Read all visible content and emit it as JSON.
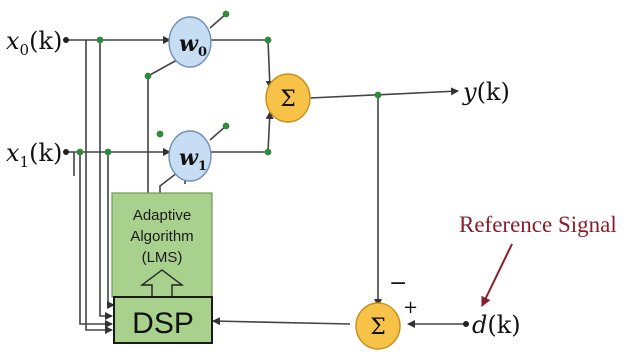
{
  "inputs": {
    "x0": {
      "var": "x",
      "sub": "0",
      "arg": "(k)"
    },
    "x1": {
      "var": "x",
      "sub": "1",
      "arg": "(k)"
    }
  },
  "weights": {
    "w0": {
      "var": "w",
      "sub": "0"
    },
    "w1": {
      "var": "w",
      "sub": "1"
    }
  },
  "summer_symbol": "Σ",
  "output": {
    "var": "y",
    "arg": "(k)"
  },
  "desired": {
    "var": "d",
    "arg": "(k)"
  },
  "signs": {
    "minus": "−",
    "plus": "+"
  },
  "algorithm_box": {
    "line1": "Adaptive",
    "line2": "Algorithm",
    "line3": "(LMS)"
  },
  "dsp_label": "DSP",
  "reference_label": "Reference Signal",
  "colors": {
    "weight_fill": "#c6ddf3",
    "summer_fill": "#f6c247",
    "algorithm_fill": "#a9d18e",
    "node_dot": "#2f8a3e",
    "reference_text": "#8a1f2c",
    "line": "#444444"
  }
}
